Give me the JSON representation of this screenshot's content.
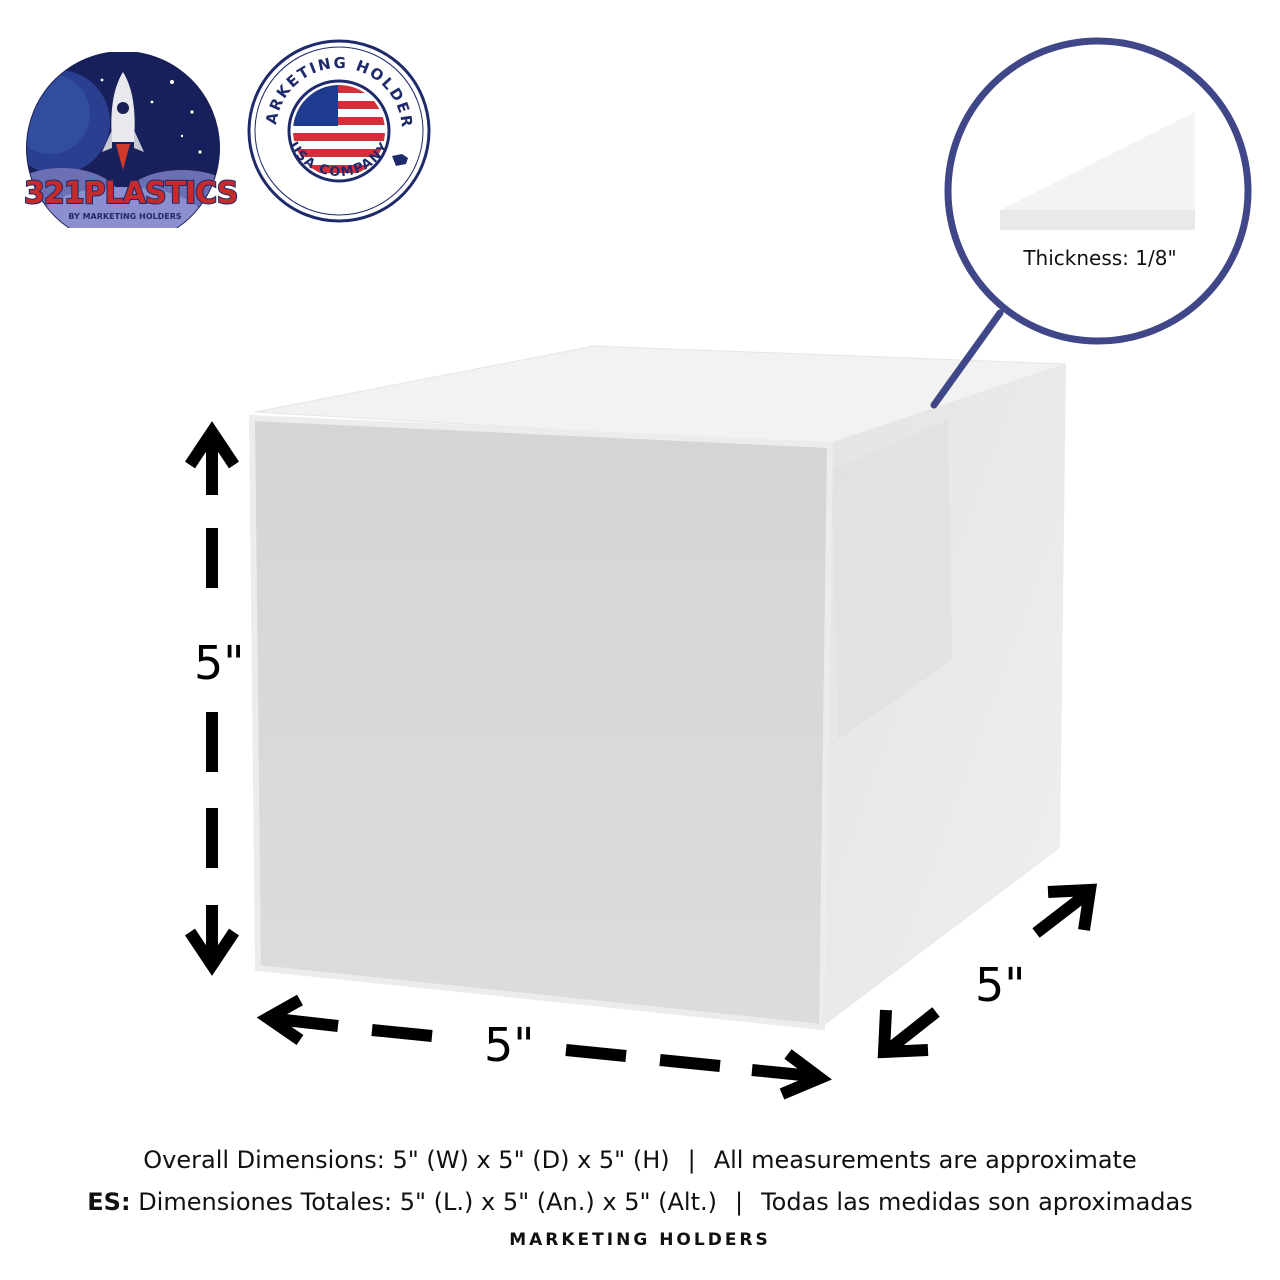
{
  "logos": {
    "plastics": {
      "brand": "321PLASTICS",
      "subtitle": "BY MARKETING HOLDERS"
    },
    "usa_seal": {
      "top_text": "MARKETING HOLDERS",
      "bottom_text": "USA COMPANY"
    }
  },
  "callout": {
    "label": "Thickness: 1/8\""
  },
  "dimensions": {
    "height": "5\"",
    "width": "5\"",
    "depth": "5\""
  },
  "captions": {
    "line1_left": "Overall Dimensions: 5\" (W) x 5\" (D) x 5\" (H)",
    "line1_sep": "|",
    "line1_right": "All measurements are approximate",
    "line2_prefix": "ES:",
    "line2_left": " Dimensiones Totales: 5\" (L.) x 5\" (An.) x 5\" (Alt.)",
    "line2_sep": "|",
    "line2_right": "Todas las medidas son aproximadas",
    "brand_footer": "MARKETING HOLDERS"
  },
  "colors": {
    "callout_ring": "#3f4788",
    "logo_navy": "#1f2a6b",
    "logo_red": "#c62b2b",
    "cube_front": "#d9d9d9",
    "cube_side": "#eeeeee",
    "cube_top": "#f1f1f1"
  }
}
